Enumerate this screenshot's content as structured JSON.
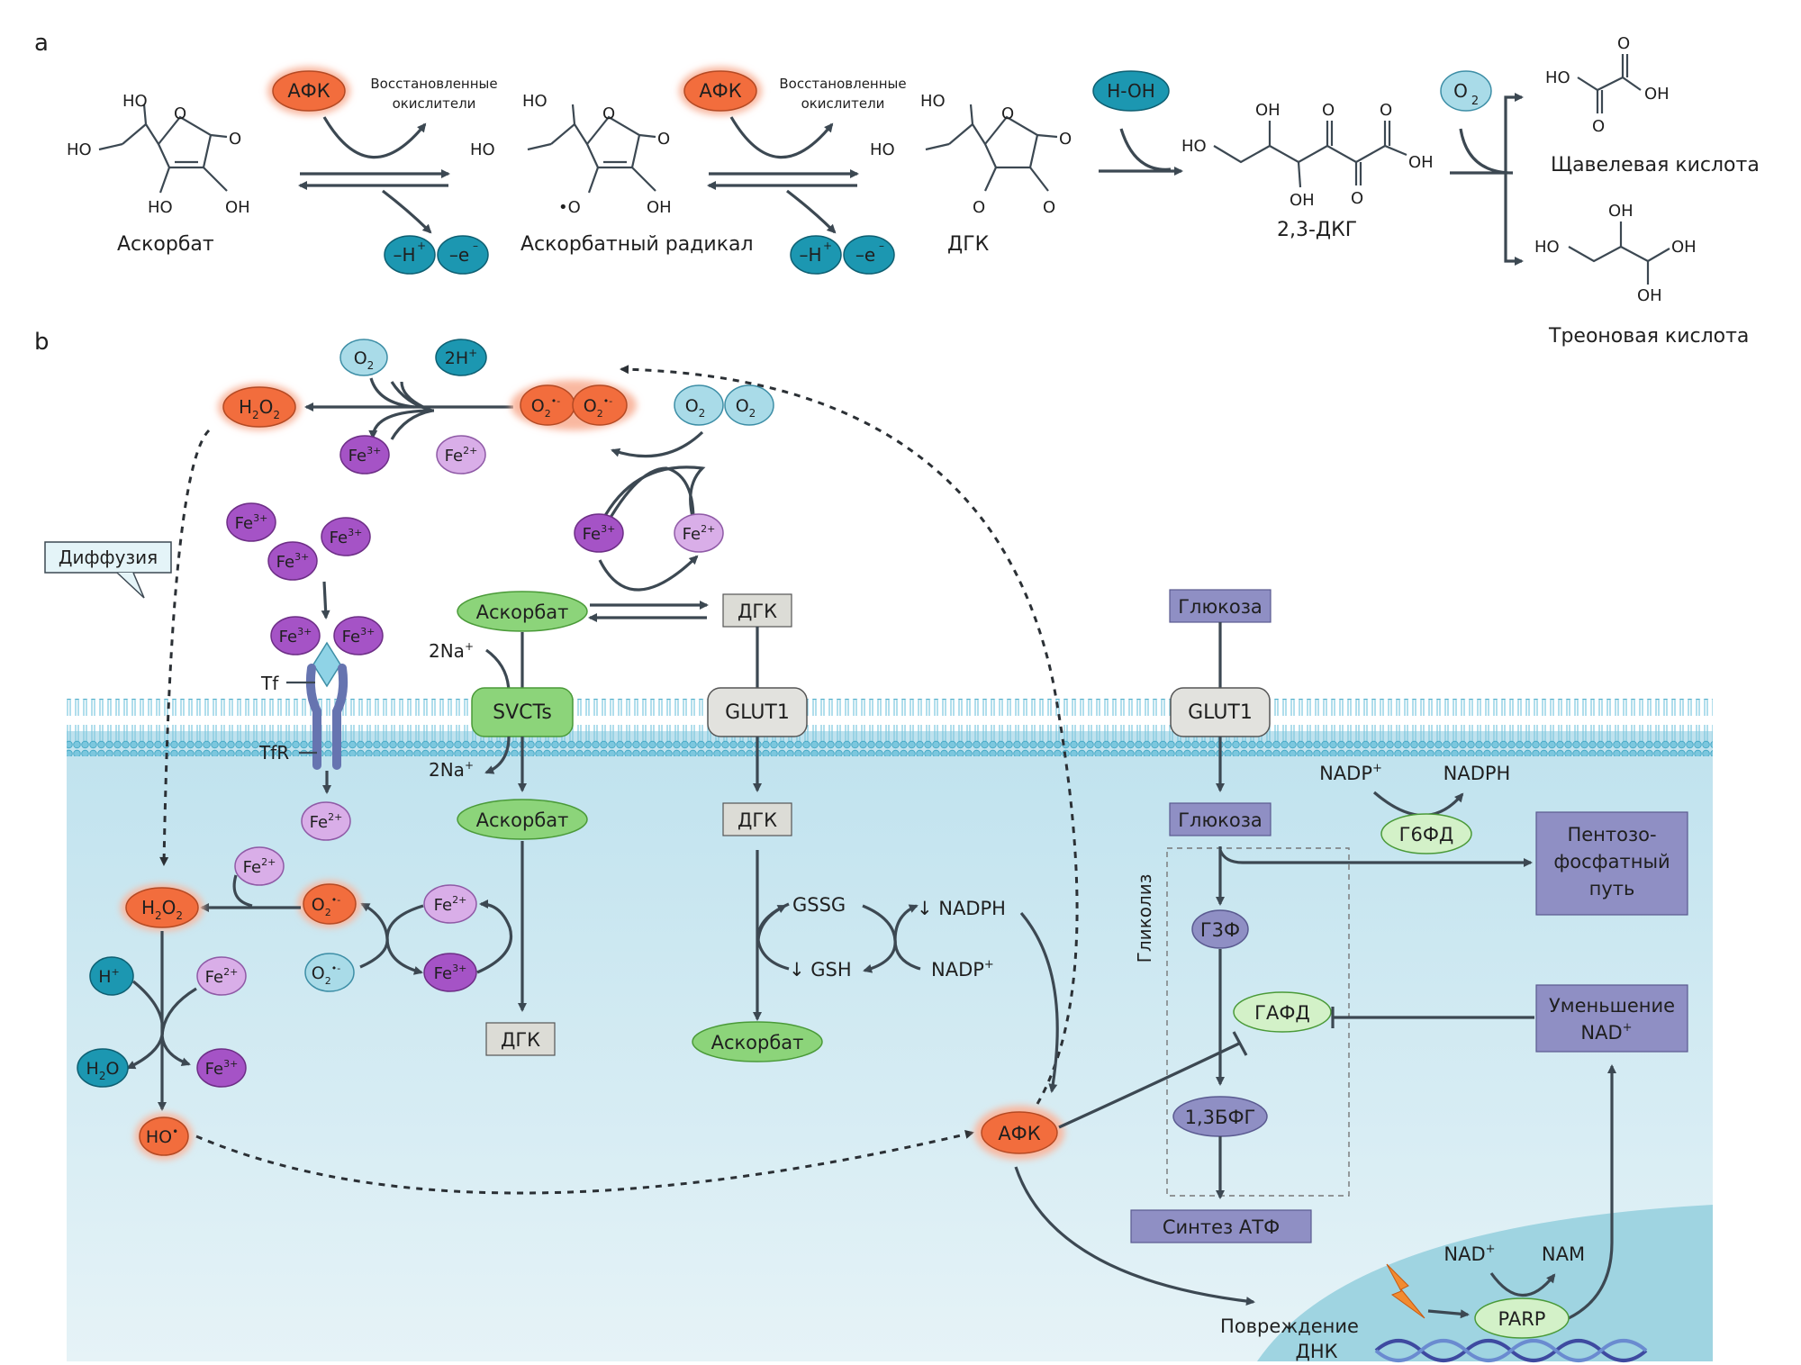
{
  "panels": {
    "a": "a",
    "b": "b"
  },
  "panel_a": {
    "afk": "АФК",
    "reduced_oxidants": [
      "Восстановленные",
      "окислители"
    ],
    "h_plus": "–H",
    "h_sup": "+",
    "e_minus": "–e",
    "e_sup": "–",
    "water": "H-OH",
    "o2": "O",
    "o2_sub": "2",
    "compounds": {
      "ascorbate": "Аскорбат",
      "ascorbate_radical": "Аскорбатный радикал",
      "dhk": "ДГК",
      "dkg": "2,3-ДКГ",
      "oxalic": "Щавелевая кислота",
      "threonic": "Треоновая кислота"
    },
    "atoms": {
      "ho": "HO",
      "oh": "OH",
      "o": "O",
      "o_rad": "•O"
    }
  },
  "panel_b": {
    "extracellular": {
      "h2o2": "H",
      "h2o2_sub1": "2",
      "h2o2_o": "O",
      "h2o2_sub2": "2",
      "o2_label": "O",
      "o2_sub": "2",
      "superoxide_sup": "•-",
      "two_h": "2H",
      "two_h_sup": "+",
      "fe3": "Fe",
      "fe3_sup": "3+",
      "fe2": "Fe",
      "fe2_sup": "2+",
      "diffusion": "Диффузия",
      "tf": "Tf",
      "tfr": "TfR",
      "ascorbate": "Аскорбат",
      "dhk": "ДГК",
      "two_na": "2Na",
      "na_sup": "+",
      "glucose": "Глюкоза"
    },
    "transporters": {
      "svcts": "SVCTs",
      "glut1_a": "GLUT1",
      "glut1_b": "GLUT1"
    },
    "intracellular": {
      "ascorbate": "Аскорбат",
      "dhk": "ДГК",
      "gssg": "GSSG",
      "gsh": "↓ GSH",
      "nadph_down": "↓ NADPH",
      "nadp_plus": "NADP",
      "ho_rad": "HO",
      "ho_sup": "•",
      "h_plus": "H",
      "h2o": "H",
      "h2o_sub": "2",
      "h2o_o": "O",
      "afk": "АФК",
      "glucose": "Глюкоза",
      "glycolysis": "Гликолиз",
      "g3p": "Г3Ф",
      "gapdh": "ГАФД",
      "bpg": "1,3БФГ",
      "atp_synthesis": "Синтез АТФ",
      "nadp_top": "NADP",
      "nadph_top": "NADPH",
      "g6pd": "Г6ФД",
      "pentose": [
        "Пентозо-",
        "фосфатный",
        "путь"
      ],
      "nad_decrease": [
        "Уменьшение",
        "NAD"
      ],
      "nad": "NAD",
      "nam": "NAM",
      "parp": "PARP",
      "dna_damage": [
        "Повреждение",
        "ДНК"
      ]
    }
  },
  "colors": {
    "ros_orange": "#f26d3d",
    "ros_glow": "#f9b8a0",
    "teal": "#1c97b1",
    "light_blue": "#a9dbe8",
    "fe3_purple": "#a553c6",
    "fe2_pink": "#d9aee8",
    "ascorbate_green": "#8cd47a",
    "dhk_grey": "#dcdcd6",
    "glycolysis_purple": "#8f8fc4",
    "cell_bg": "#d3ebf2",
    "membrane": "#7cc7de"
  }
}
